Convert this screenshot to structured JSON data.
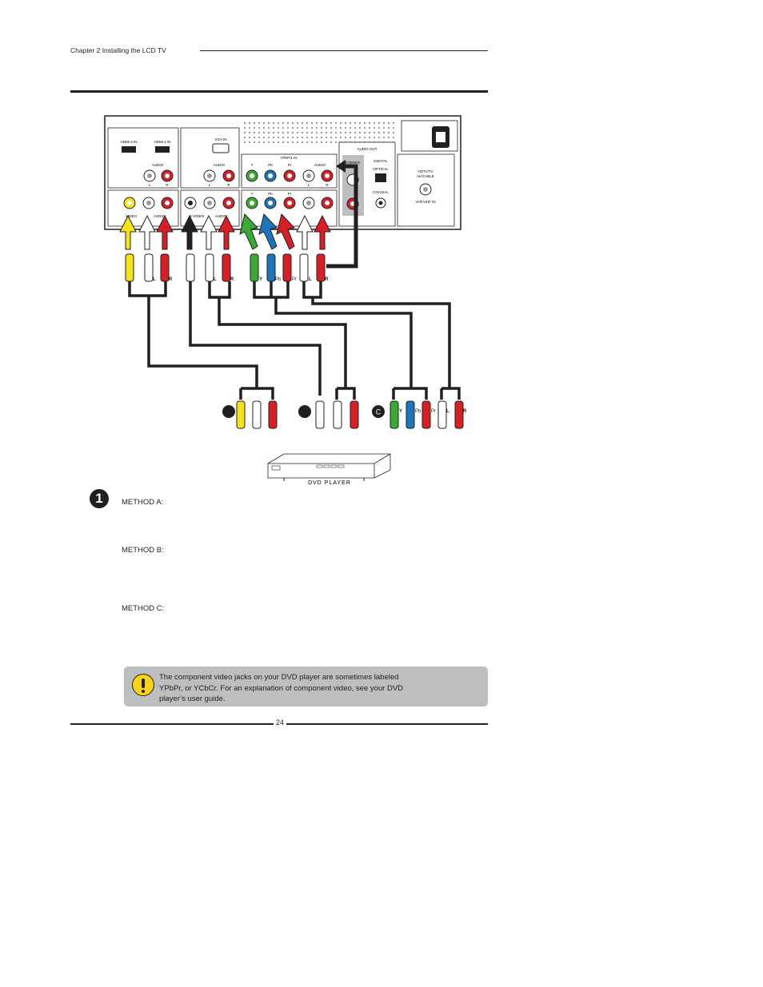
{
  "header": {
    "chapter": "Chapter 2 Installing the LCD TV"
  },
  "diagram": {
    "panel": {
      "hdmi2": "HDMI 2 IN",
      "hdmi1": "HDMI 1 IN",
      "audio_left": "AUDIO",
      "vga": "VGA IN",
      "audio_vga": "AUDIO",
      "ypbpr1": "YPbPr1 IN",
      "y": "Y",
      "pb": "Pb",
      "pr": "Pr",
      "audio_ypbpr": "AUDIO",
      "audio_out": "AUDIO OUT",
      "stereo": "STEREO",
      "digital": "DIGITAL",
      "optical": "OPTICAL",
      "coaxial": "COAXIAL",
      "hdtv": "HDTV/TV",
      "aircable": "Air/CABLE",
      "vhfuhf": "VHF/UHF IN",
      "l": "L",
      "r": "R",
      "video": "VIDEO",
      "audio": "AUDIO",
      "svideo": "S-VIDEO"
    },
    "cable_labels": {
      "l": "L",
      "r": "R",
      "y": "Y",
      "pb": "Pb",
      "pr": "Pr"
    },
    "method_c_badge": "C",
    "dvd_player": "DVD PLAYER"
  },
  "step_number": "1",
  "methods": {
    "a": "METHOD A:",
    "b": "METHOD B:",
    "c": "METHOD C:"
  },
  "note": {
    "text_line1": "The component video jacks on your DVD player are sometimes labeled",
    "text_line2": "YPbPr, or YCbCr.  For an explanation of component video, see your DVD",
    "text_line3": "player’s user guide."
  },
  "footer": {
    "page_number": "24"
  },
  "colors": {
    "yellow": "#f5e31a",
    "red": "#d71f26",
    "green": "#3aaa35",
    "blue": "#1d75bc",
    "white_plug": "#ffffff",
    "note_bg": "#bcbec0",
    "warning_icon": "#f7d417"
  }
}
